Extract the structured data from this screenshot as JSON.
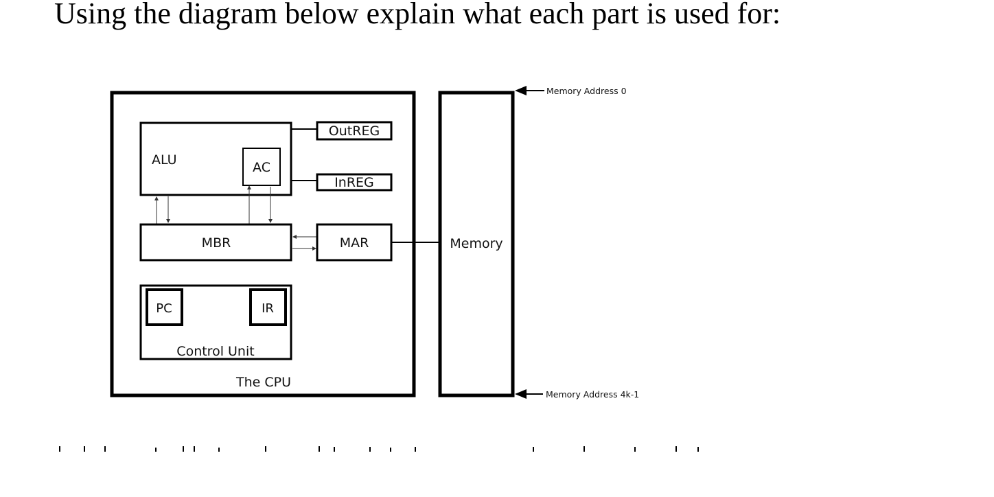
{
  "question": "Using the diagram below explain what each part is used for:",
  "diagram": {
    "cpu_label": "The CPU",
    "alu_label": "ALU",
    "ac_label": "AC",
    "outreg_label": "OutREG",
    "inreg_label": "InREG",
    "mbr_label": "MBR",
    "mar_label": "MAR",
    "pc_label": "PC",
    "ir_label": "IR",
    "control_unit_label": "Control Unit",
    "memory_label": "Memory",
    "memory_address_top": "Memory Address 0",
    "memory_address_bottom": "Memory Address 4k-1"
  }
}
